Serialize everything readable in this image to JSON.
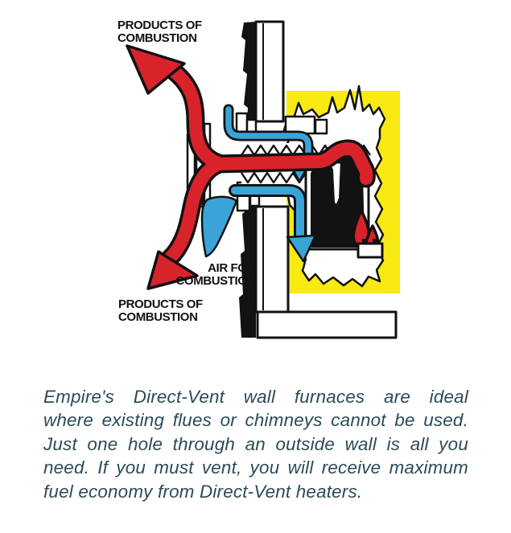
{
  "diagram": {
    "label_top": {
      "line1": "PRODUCTS OF",
      "line2": "COMBUSTION"
    },
    "label_air": {
      "line1": "AIR FOR",
      "line2": "COMBUSTION"
    },
    "label_bottom": {
      "line1": "PRODUCTS OF",
      "line2": "COMBUSTION"
    },
    "colors": {
      "exhaust_red": "#d8232a",
      "air_blue": "#3aa4d9",
      "room_yellow": "#f8e912",
      "outline_black": "#121212",
      "caption_teal": "#2b4a58"
    }
  },
  "caption": {
    "lines": [
      "Empire's Direct-Vent wall furnaces are ideal",
      "where existing flues or chimneys cannot be used.",
      "Just one hole through an outside wall is all you",
      "need. If you must vent, you will receive maximum",
      "fuel economy from Direct-Vent heaters."
    ]
  }
}
